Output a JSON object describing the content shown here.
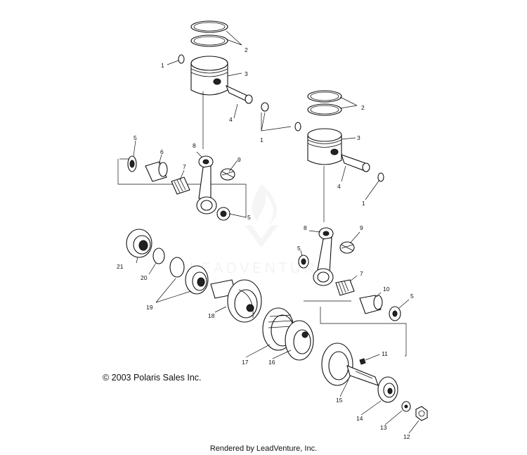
{
  "diagram": {
    "copyright": "© 2003 Polaris Sales Inc.",
    "footer": "Rendered by LeadVenture, Inc.",
    "watermark": "LEADVENTURE",
    "callouts": {
      "c1a": "1",
      "c1b": "1",
      "c1c": "1",
      "c2a": "2",
      "c2b": "2",
      "c3a": "3",
      "c3b": "3",
      "c4a": "4",
      "c4b": "4",
      "c5a": "5",
      "c5b": "5",
      "c5c": "5",
      "c5d": "5",
      "c6": "6",
      "c7a": "7",
      "c7b": "7",
      "c8a": "8",
      "c8b": "8",
      "c9a": "9",
      "c9b": "9",
      "c10": "10",
      "c11": "11",
      "c12": "12",
      "c13": "13",
      "c14": "14",
      "c15": "15",
      "c16": "16",
      "c17": "17",
      "c18": "18",
      "c19": "19",
      "c20": "20",
      "c21": "21"
    }
  }
}
